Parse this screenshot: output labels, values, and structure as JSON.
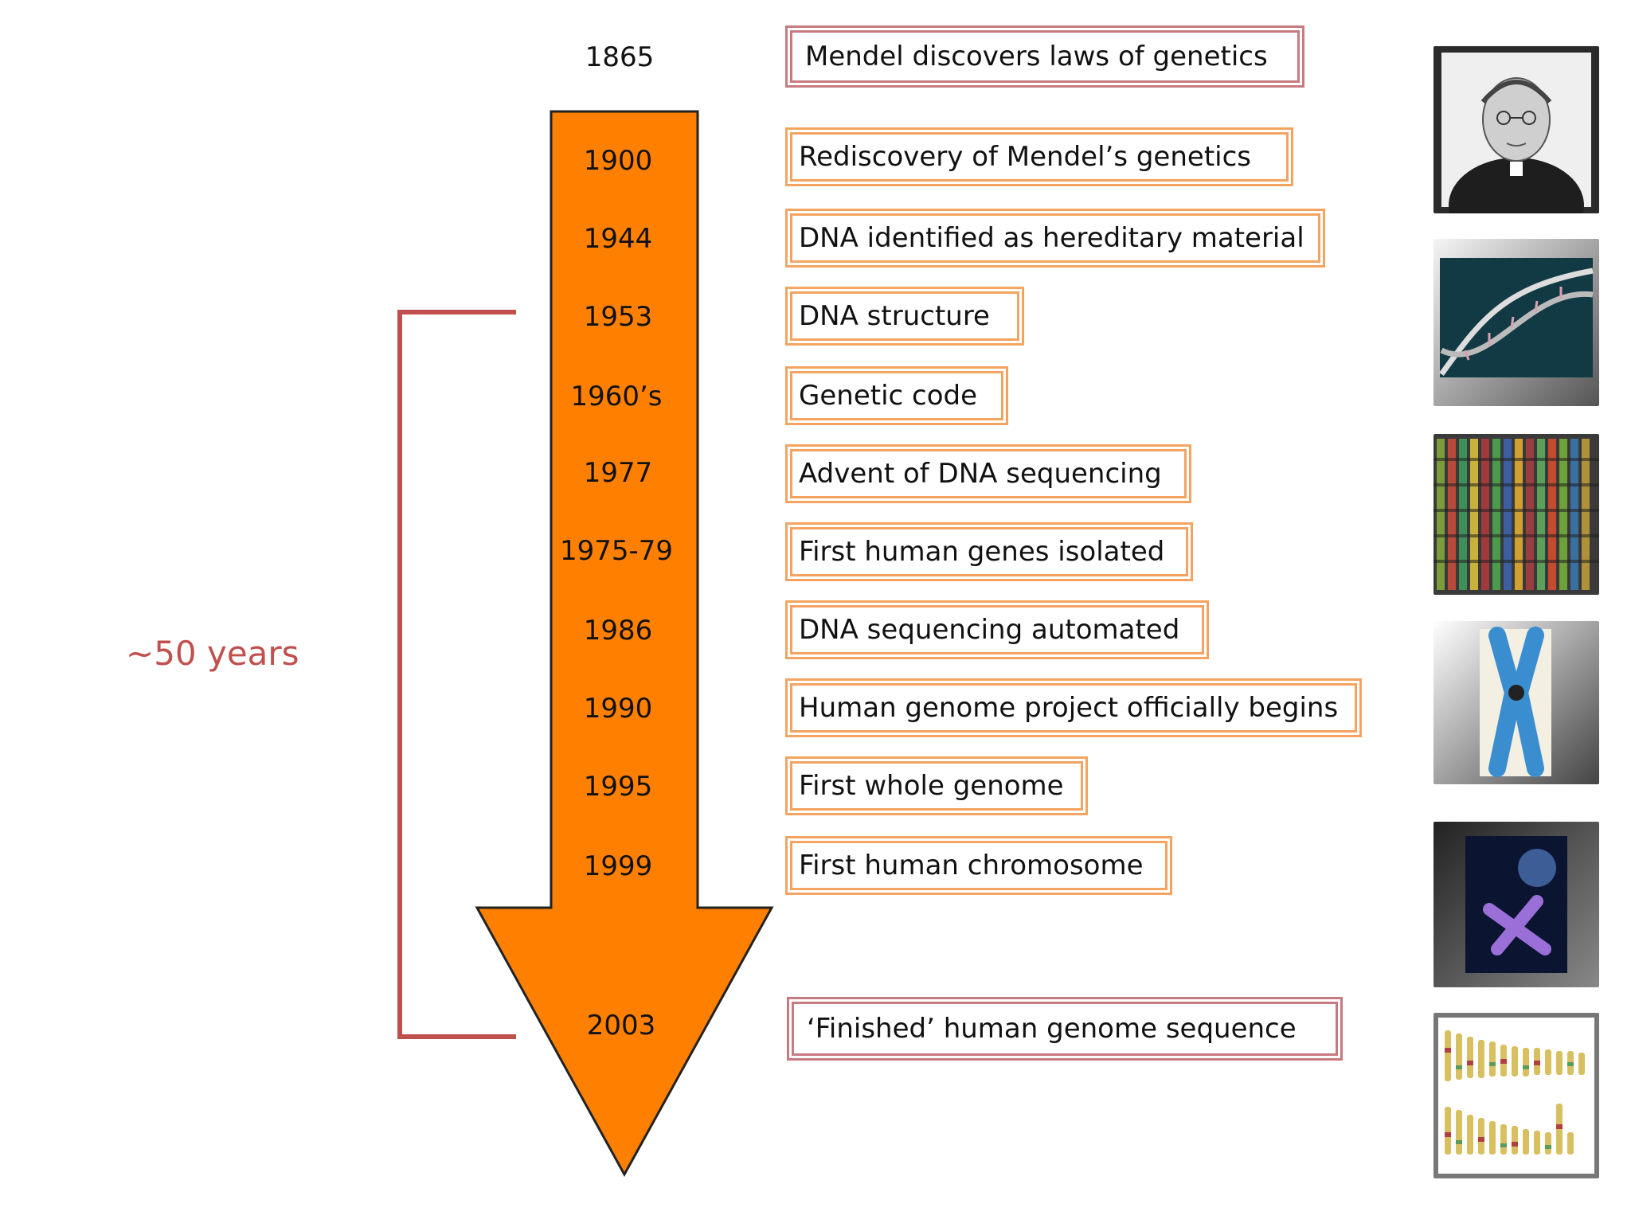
{
  "first_event": {
    "year": "1865",
    "label": "Mendel discovers laws of genetics"
  },
  "timeline": [
    {
      "year": "1900",
      "label": "Rediscovery of Mendel’s genetics"
    },
    {
      "year": "1944",
      "label": "DNA identified as hereditary material"
    },
    {
      "year": "1953",
      "label": "DNA structure"
    },
    {
      "year": "1960’s",
      "label": "Genetic code"
    },
    {
      "year": "1977",
      "label": "Advent of DNA sequencing"
    },
    {
      "year": "1975-79",
      "label": "First human genes isolated"
    },
    {
      "year": "1986",
      "label": "DNA sequencing automated"
    },
    {
      "year": "1990",
      "label": "Human genome project officially begins"
    },
    {
      "year": "1995",
      "label": "First whole genome"
    },
    {
      "year": "1999",
      "label": "First human chromosome"
    }
  ],
  "final_event": {
    "year": "2003",
    "label": "‘Finished’ human genome sequence"
  },
  "span_label": "~50 years",
  "images": [
    "mendel-portrait",
    "dna-double-helix",
    "sequencing-gel",
    "chromosome-x",
    "chromosome-illustration",
    "karyotype"
  ],
  "colors": {
    "arrow": "#ff8000",
    "orange_border": "#f4a460",
    "red_border": "#c77a7f",
    "span": "#c0504d"
  }
}
